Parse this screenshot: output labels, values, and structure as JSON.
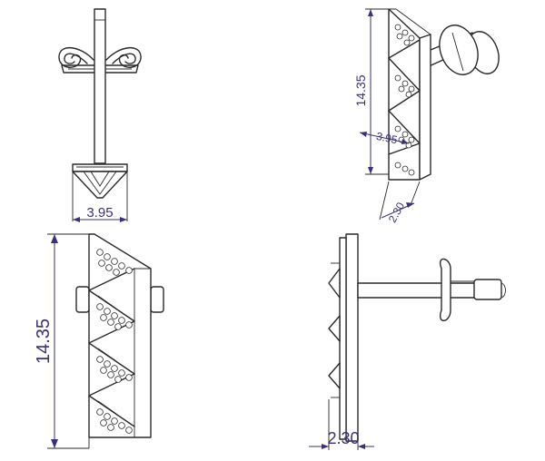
{
  "colors": {
    "line": "#2a2a2a",
    "dimension": "#3d2f7a",
    "background": "#ffffff"
  },
  "dimensions": {
    "top_left_width": "3.95",
    "top_right_length": "14.35",
    "top_right_width": "3.95",
    "top_right_depth": "2.30",
    "bottom_left_length": "14.35",
    "bottom_right_depth": "2.30"
  }
}
